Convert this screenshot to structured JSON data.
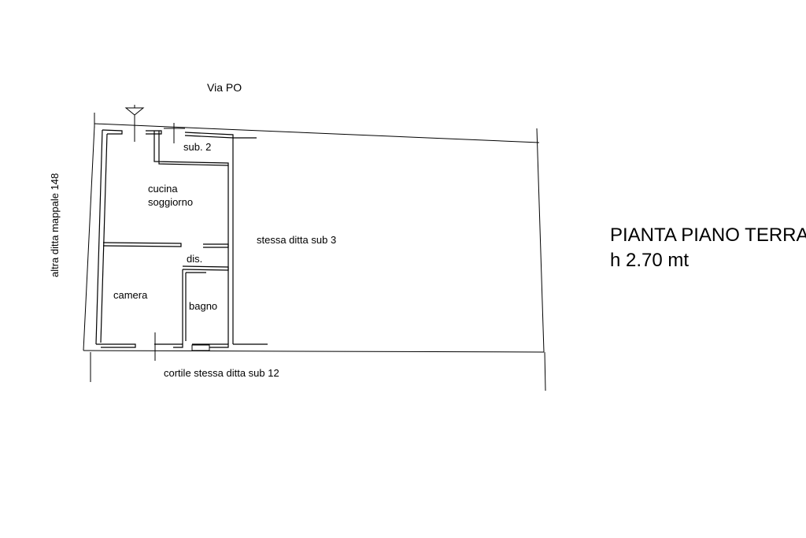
{
  "street": "Via PO",
  "rooms": {
    "sub2": "sub. 2",
    "kitchen_line1": "cucina",
    "kitchen_line2": "soggiorno",
    "hall": "dis.",
    "bedroom": "camera",
    "bathroom": "bagno",
    "neighbor_sub3": "stessa ditta sub 3"
  },
  "side_left": "altra ditta mappale 148",
  "courtyard": "cortile stessa ditta sub 12",
  "plan_title": {
    "line1": "PIANTA PIANO TERRA",
    "line2": "h 2.70 mt"
  },
  "icons": {
    "entrance": "entrance-arrow-icon"
  },
  "colors": {
    "ink": "#000000",
    "paper": "#ffffff"
  }
}
